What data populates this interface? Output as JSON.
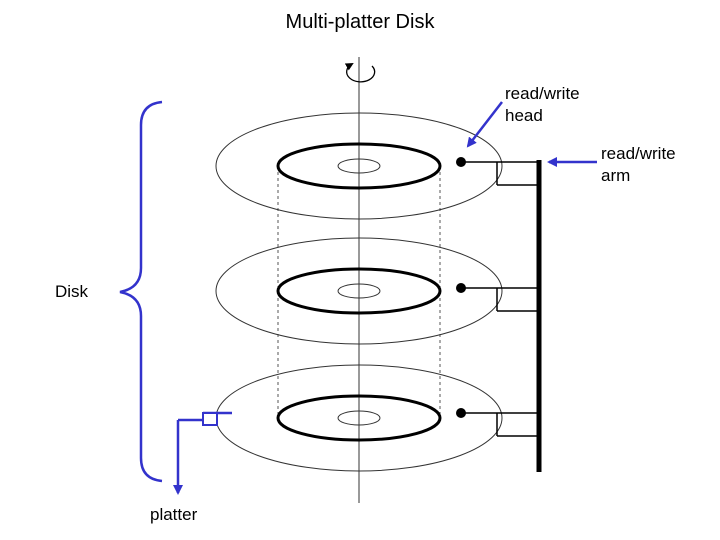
{
  "title": "Multi-platter Disk",
  "labels": {
    "head": "read/write head",
    "arm": "read/write arm",
    "disk": "Disk",
    "platter": "platter"
  },
  "colors": {
    "annotation": "#3333cc",
    "line": "#000000",
    "thin_line": "#333333"
  }
}
